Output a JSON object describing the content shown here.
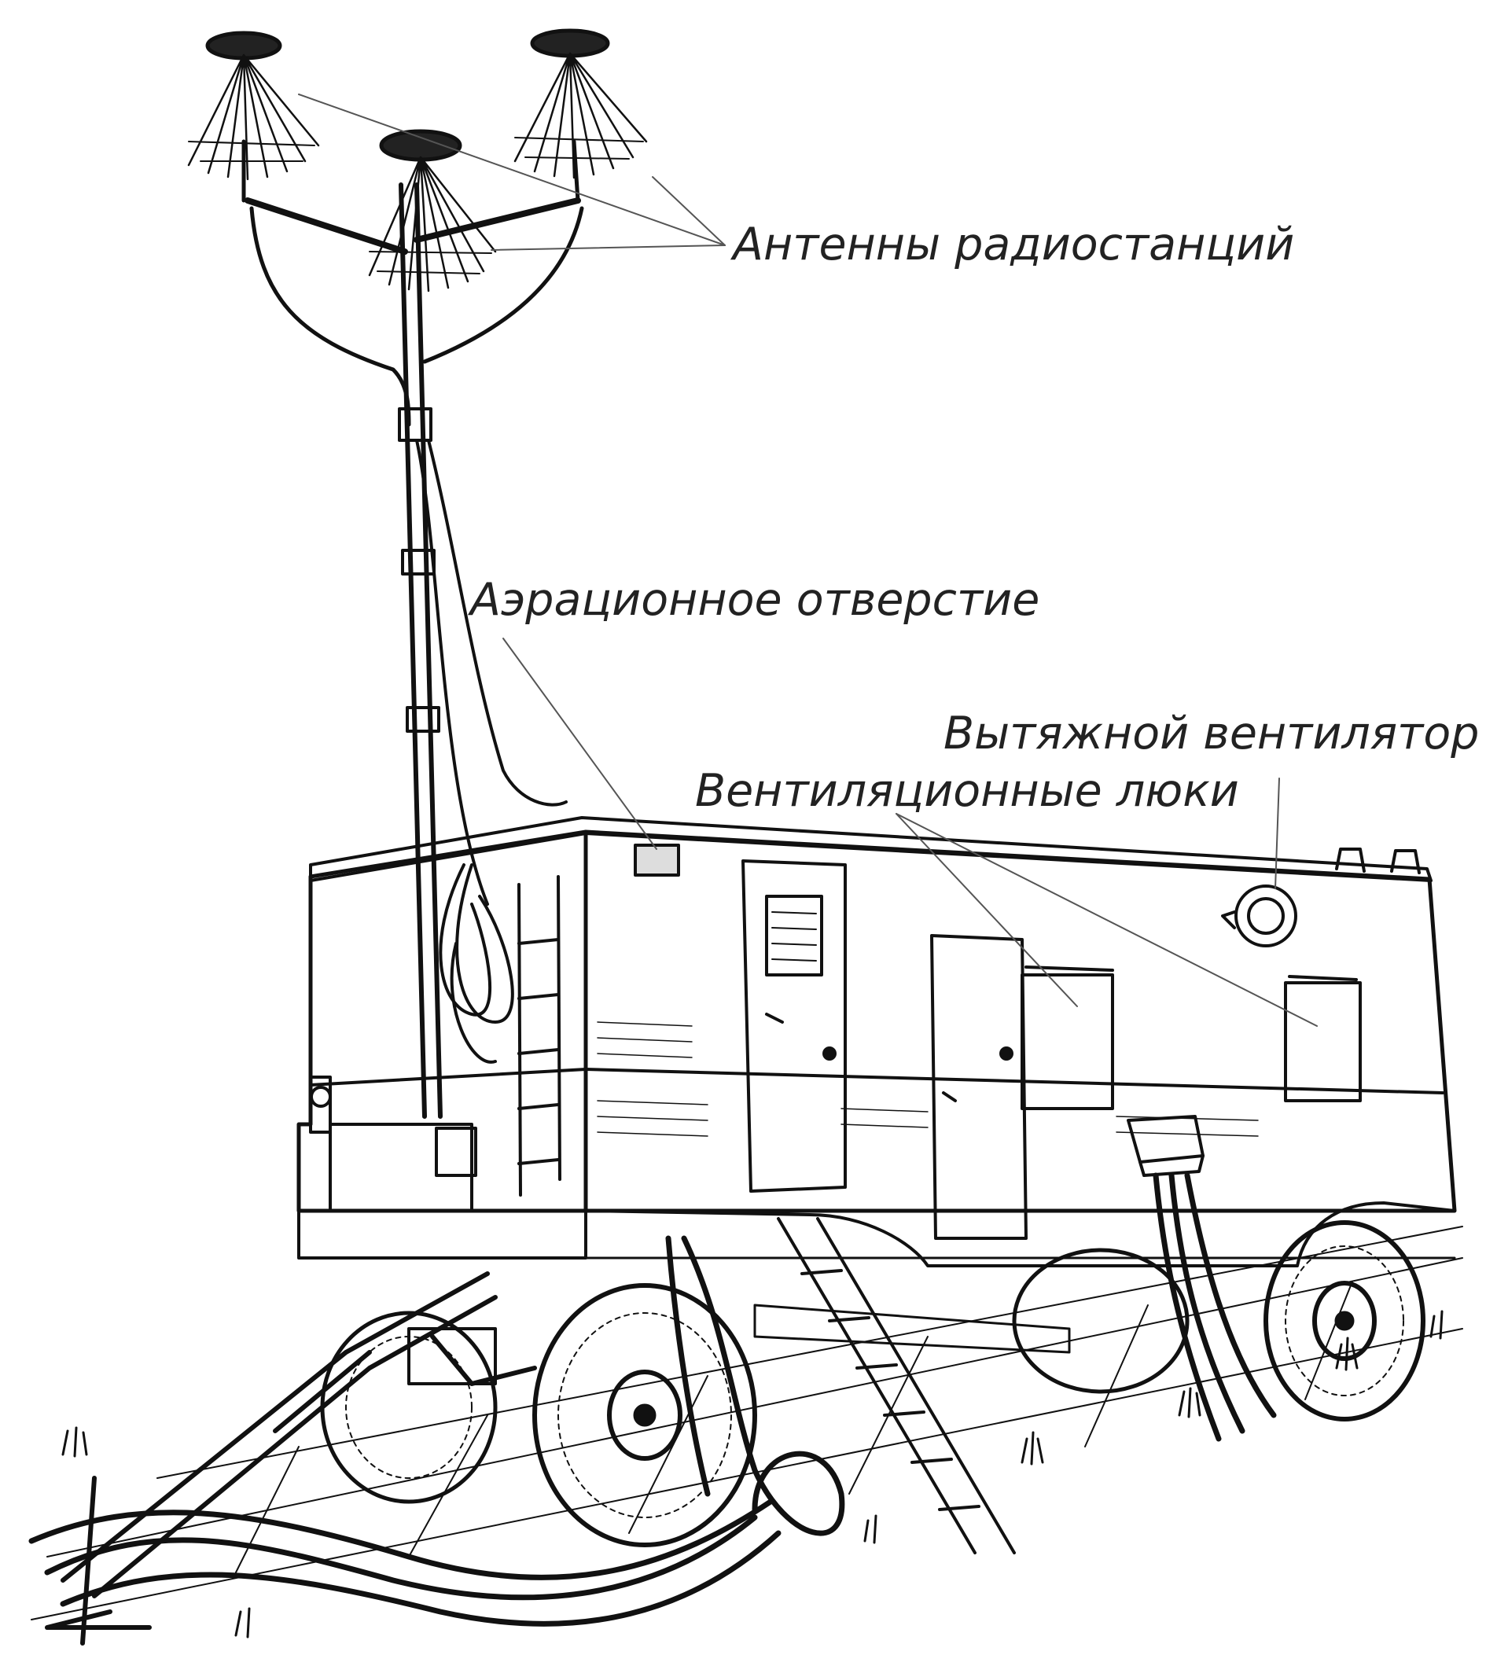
{
  "labels": {
    "antennas": "Антенны радиостанций",
    "aeration_hole": "Аэрационное отверстие",
    "exhaust_fan": "Вытяжной вентилятор",
    "ventilation_hatches": "Вентиляционные люки"
  },
  "colors": {
    "ink": "#111111",
    "label_text": "#222222",
    "leader_line": "#555555",
    "background": "#ffffff"
  }
}
